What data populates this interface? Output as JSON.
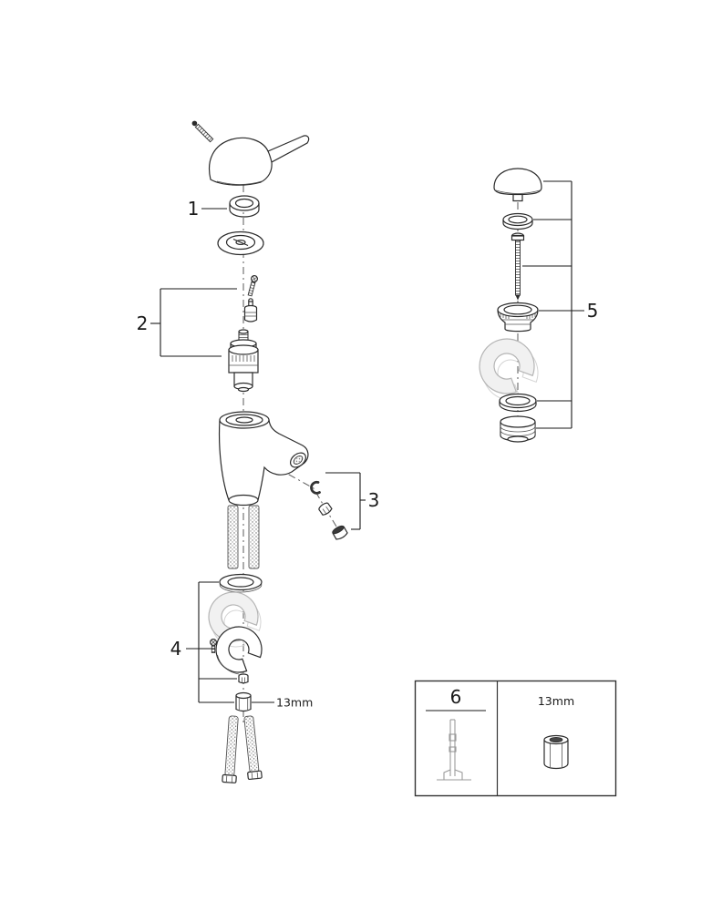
{
  "page": {
    "background": "#ffffff",
    "line_color": "#2b2b2b",
    "ghost_color": "#b5b5b5"
  },
  "callouts": {
    "part1": "1",
    "part2": "2",
    "part3": "3",
    "part4": "4",
    "part5": "5",
    "part6": "6"
  },
  "annotations": {
    "hex_nut_size": "13mm",
    "tool_nut_size": "13mm"
  }
}
